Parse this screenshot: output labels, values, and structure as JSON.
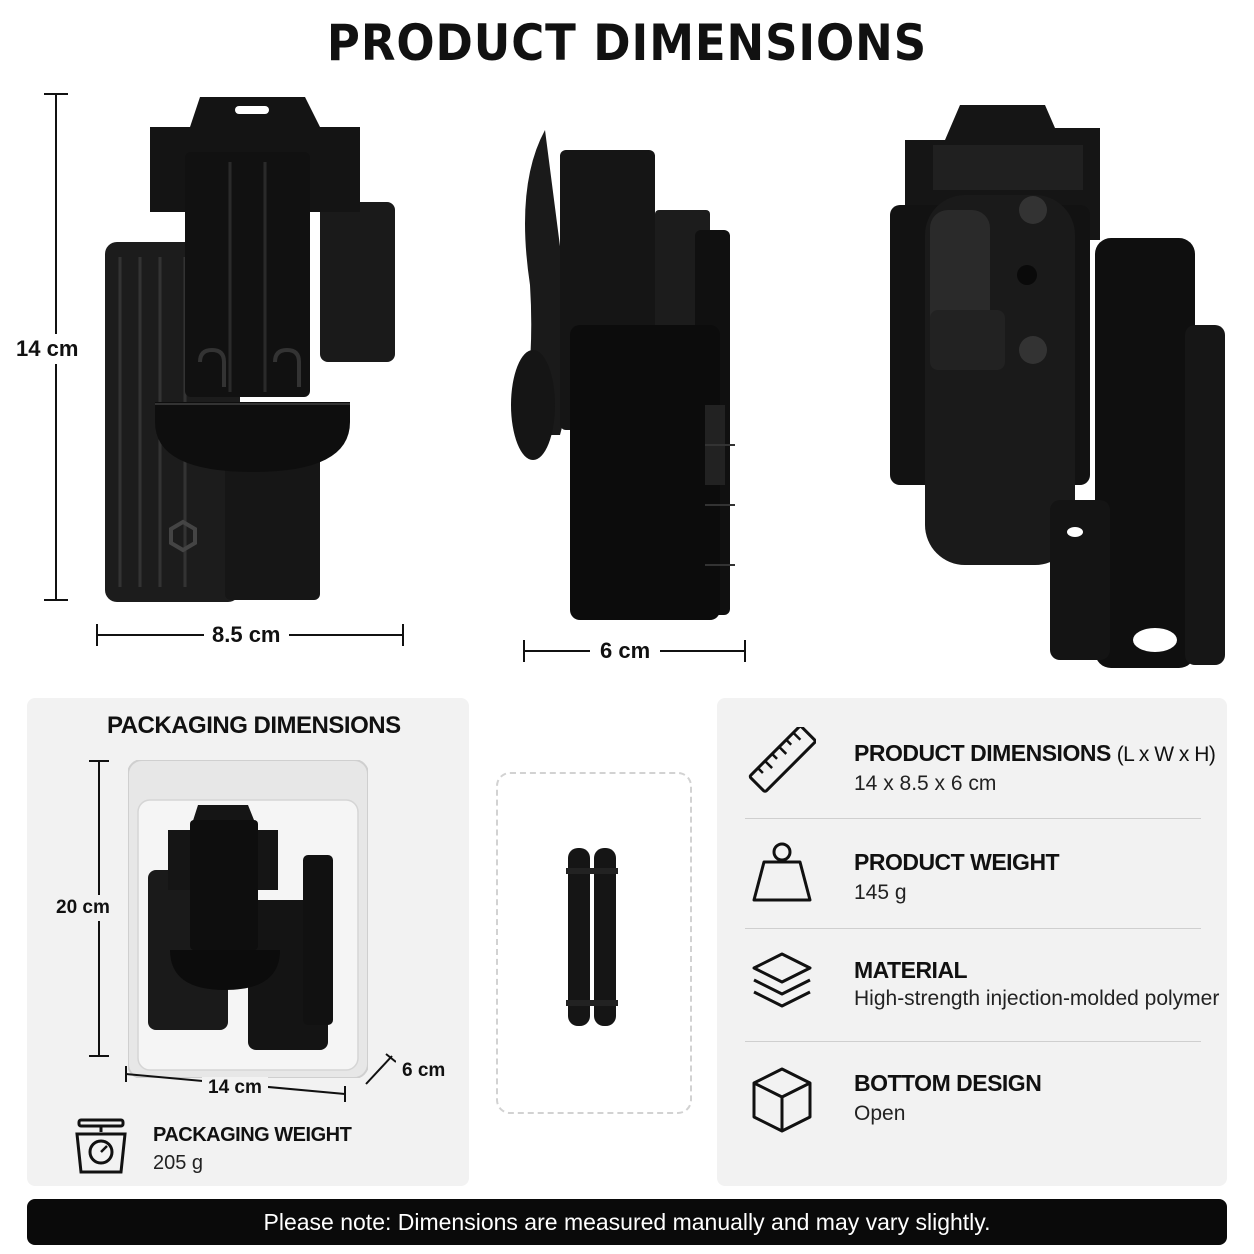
{
  "title": "PRODUCT DIMENSIONS",
  "product": {
    "height_label": "14 cm",
    "width_label": "8.5 cm",
    "depth_label": "6 cm"
  },
  "packaging": {
    "title": "PACKAGING DIMENSIONS",
    "height_label": "20 cm",
    "width_label": "14 cm",
    "depth_label": "6 cm",
    "weight_title": "PACKAGING WEIGHT",
    "weight_value": "205 g"
  },
  "specs": [
    {
      "icon": "ruler-icon",
      "title": "PRODUCT DIMENSIONS",
      "title_suffix": "(L x W x H)",
      "value": "14 x 8.5 x 6 cm"
    },
    {
      "icon": "weight-icon",
      "title": "PRODUCT WEIGHT",
      "title_suffix": "",
      "value": "145 g"
    },
    {
      "icon": "layers-icon",
      "title": "MATERIAL",
      "title_suffix": "",
      "value": "High-strength injection-molded polymer"
    },
    {
      "icon": "box-icon",
      "title": "BOTTOM DESIGN",
      "title_suffix": "",
      "value": "Open"
    }
  ],
  "note": "Please note: Dimensions are measured manually and may vary slightly.",
  "colors": {
    "accent": "#0a0a0a",
    "panel": "#f2f2f2",
    "product": "#1a1a1a"
  }
}
